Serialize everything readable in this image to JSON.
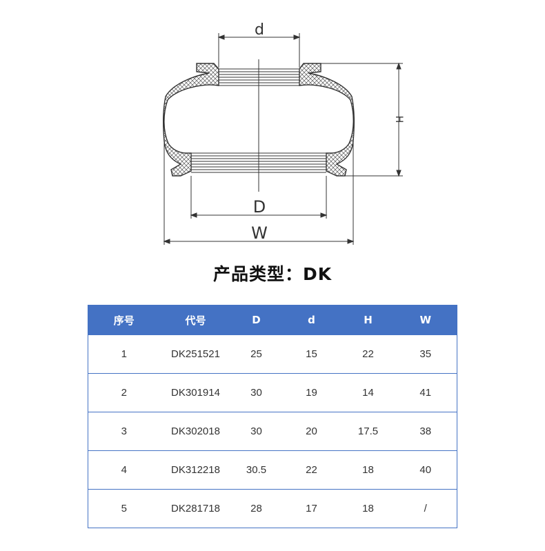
{
  "diagram": {
    "label_d": "d",
    "label_H": "H",
    "label_D": "D",
    "label_W": "W"
  },
  "title": "产品类型：DK",
  "table": {
    "headers": [
      "序号",
      "代号",
      "D",
      "d",
      "H",
      "W"
    ],
    "rows": [
      [
        "1",
        "DK251521",
        "25",
        "15",
        "22",
        "35"
      ],
      [
        "2",
        "DK301914",
        "30",
        "19",
        "14",
        "41"
      ],
      [
        "3",
        "DK302018",
        "30",
        "20",
        "17.5",
        "38"
      ],
      [
        "4",
        "DK312218",
        "30.5",
        "22",
        "18",
        "40"
      ],
      [
        "5",
        "DK281718",
        "28",
        "17",
        "18",
        "/"
      ]
    ]
  }
}
